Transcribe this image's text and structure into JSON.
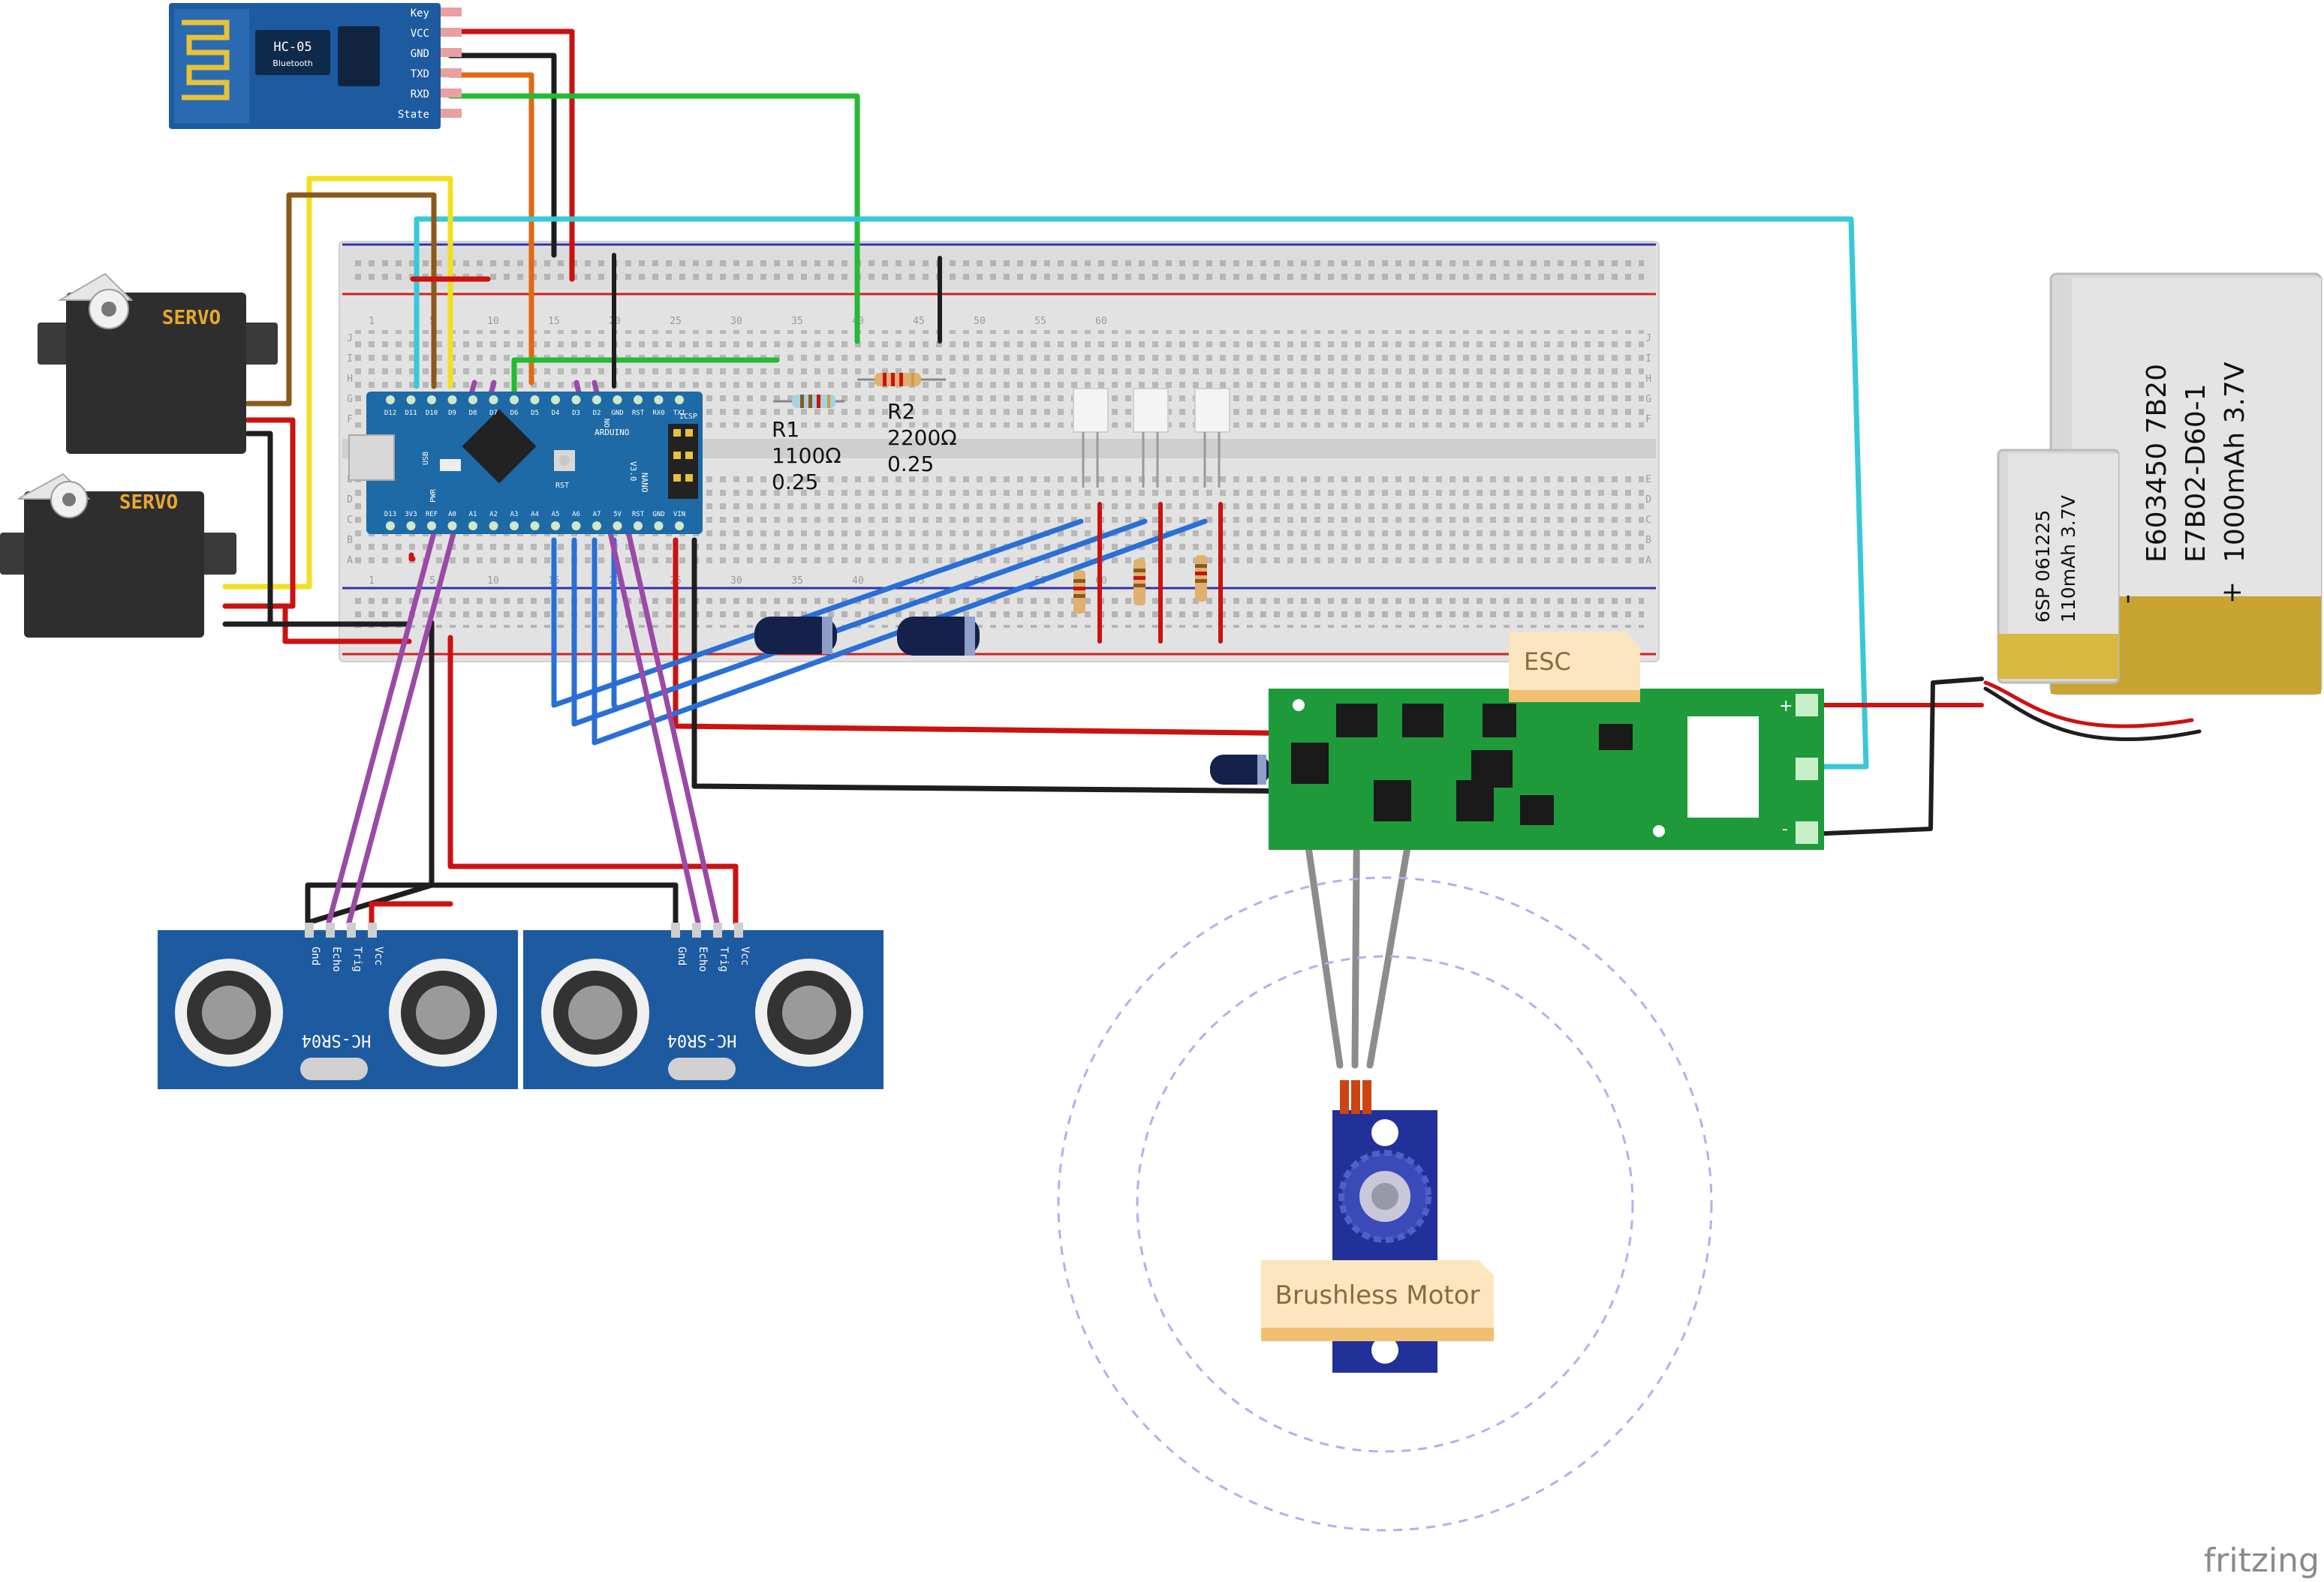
{
  "hc05": {
    "model": "HC-05",
    "sub": "Bluetooth",
    "pins": [
      "Key",
      "VCC",
      "GND",
      "TXD",
      "RXD",
      "State"
    ]
  },
  "servos": [
    {
      "label": "SERVO"
    },
    {
      "label": "SERVO"
    }
  ],
  "arduino": {
    "brand": "ARDUINO",
    "model": "NANO",
    "version": "V3.0",
    "top_pins": [
      "D12",
      "D11",
      "D10",
      "D9",
      "D8",
      "D7",
      "D6",
      "D5",
      "D4",
      "D3",
      "D2",
      "GND",
      "RST",
      "RX0",
      "TX1"
    ],
    "bottom_pins": [
      "D13",
      "3V3",
      "REF",
      "A0",
      "A1",
      "A2",
      "A3",
      "A4",
      "A5",
      "A6",
      "A7",
      "5V",
      "RST",
      "GND",
      "VIN"
    ],
    "usb": "USB",
    "rst": "RST",
    "icsp": "ICSP",
    "on": "ON",
    "pwr": "PWR"
  },
  "resistors": [
    {
      "name": "R1",
      "value": "1100Ω",
      "power": "0.25"
    },
    {
      "name": "R2",
      "value": "2200Ω",
      "power": "0.25"
    }
  ],
  "breadboard": {
    "col_numbers": [
      "1",
      "5",
      "10",
      "15",
      "20",
      "25",
      "30",
      "35",
      "40",
      "45",
      "50",
      "55",
      "60"
    ],
    "row_letters_top": [
      "J",
      "I",
      "H",
      "G",
      "F"
    ],
    "row_letters_bottom": [
      "E",
      "D",
      "C",
      "B",
      "A"
    ]
  },
  "batteries": [
    {
      "lines": [
        "6SP 061225",
        "110mAh 3.7V"
      ]
    },
    {
      "lines": [
        "E603450 7B20",
        "E7B02-D60-1",
        "1000mAh 3.7V"
      ],
      "minus": "-",
      "plus": "+"
    }
  ],
  "esc": {
    "note": "ESC",
    "plus": "+",
    "minus": "-"
  },
  "motor": {
    "note": "Brushless Motor"
  },
  "sonars": [
    {
      "model": "HC-SR04",
      "pins": [
        "Gnd",
        "Echo",
        "Trig",
        "Vcc"
      ]
    },
    {
      "model": "HC-SR04",
      "pins": [
        "Gnd",
        "Echo",
        "Trig",
        "Vcc"
      ]
    }
  ],
  "watermark": "fritzing",
  "colors": {
    "wire_red": "#cc1111",
    "wire_black": "#1e1e1e",
    "wire_green": "#22bb33",
    "wire_blue": "#2a6fd6",
    "wire_purple": "#9a4aa6",
    "wire_cyan": "#38c8d8",
    "wire_yellow": "#f0e020",
    "wire_brown": "#8a5a1c",
    "wire_orange": "#e06a10",
    "wire_gray": "#8c8c8c",
    "pcb_green": "#1f9a3a",
    "module_blue": "#1e5aa0"
  }
}
